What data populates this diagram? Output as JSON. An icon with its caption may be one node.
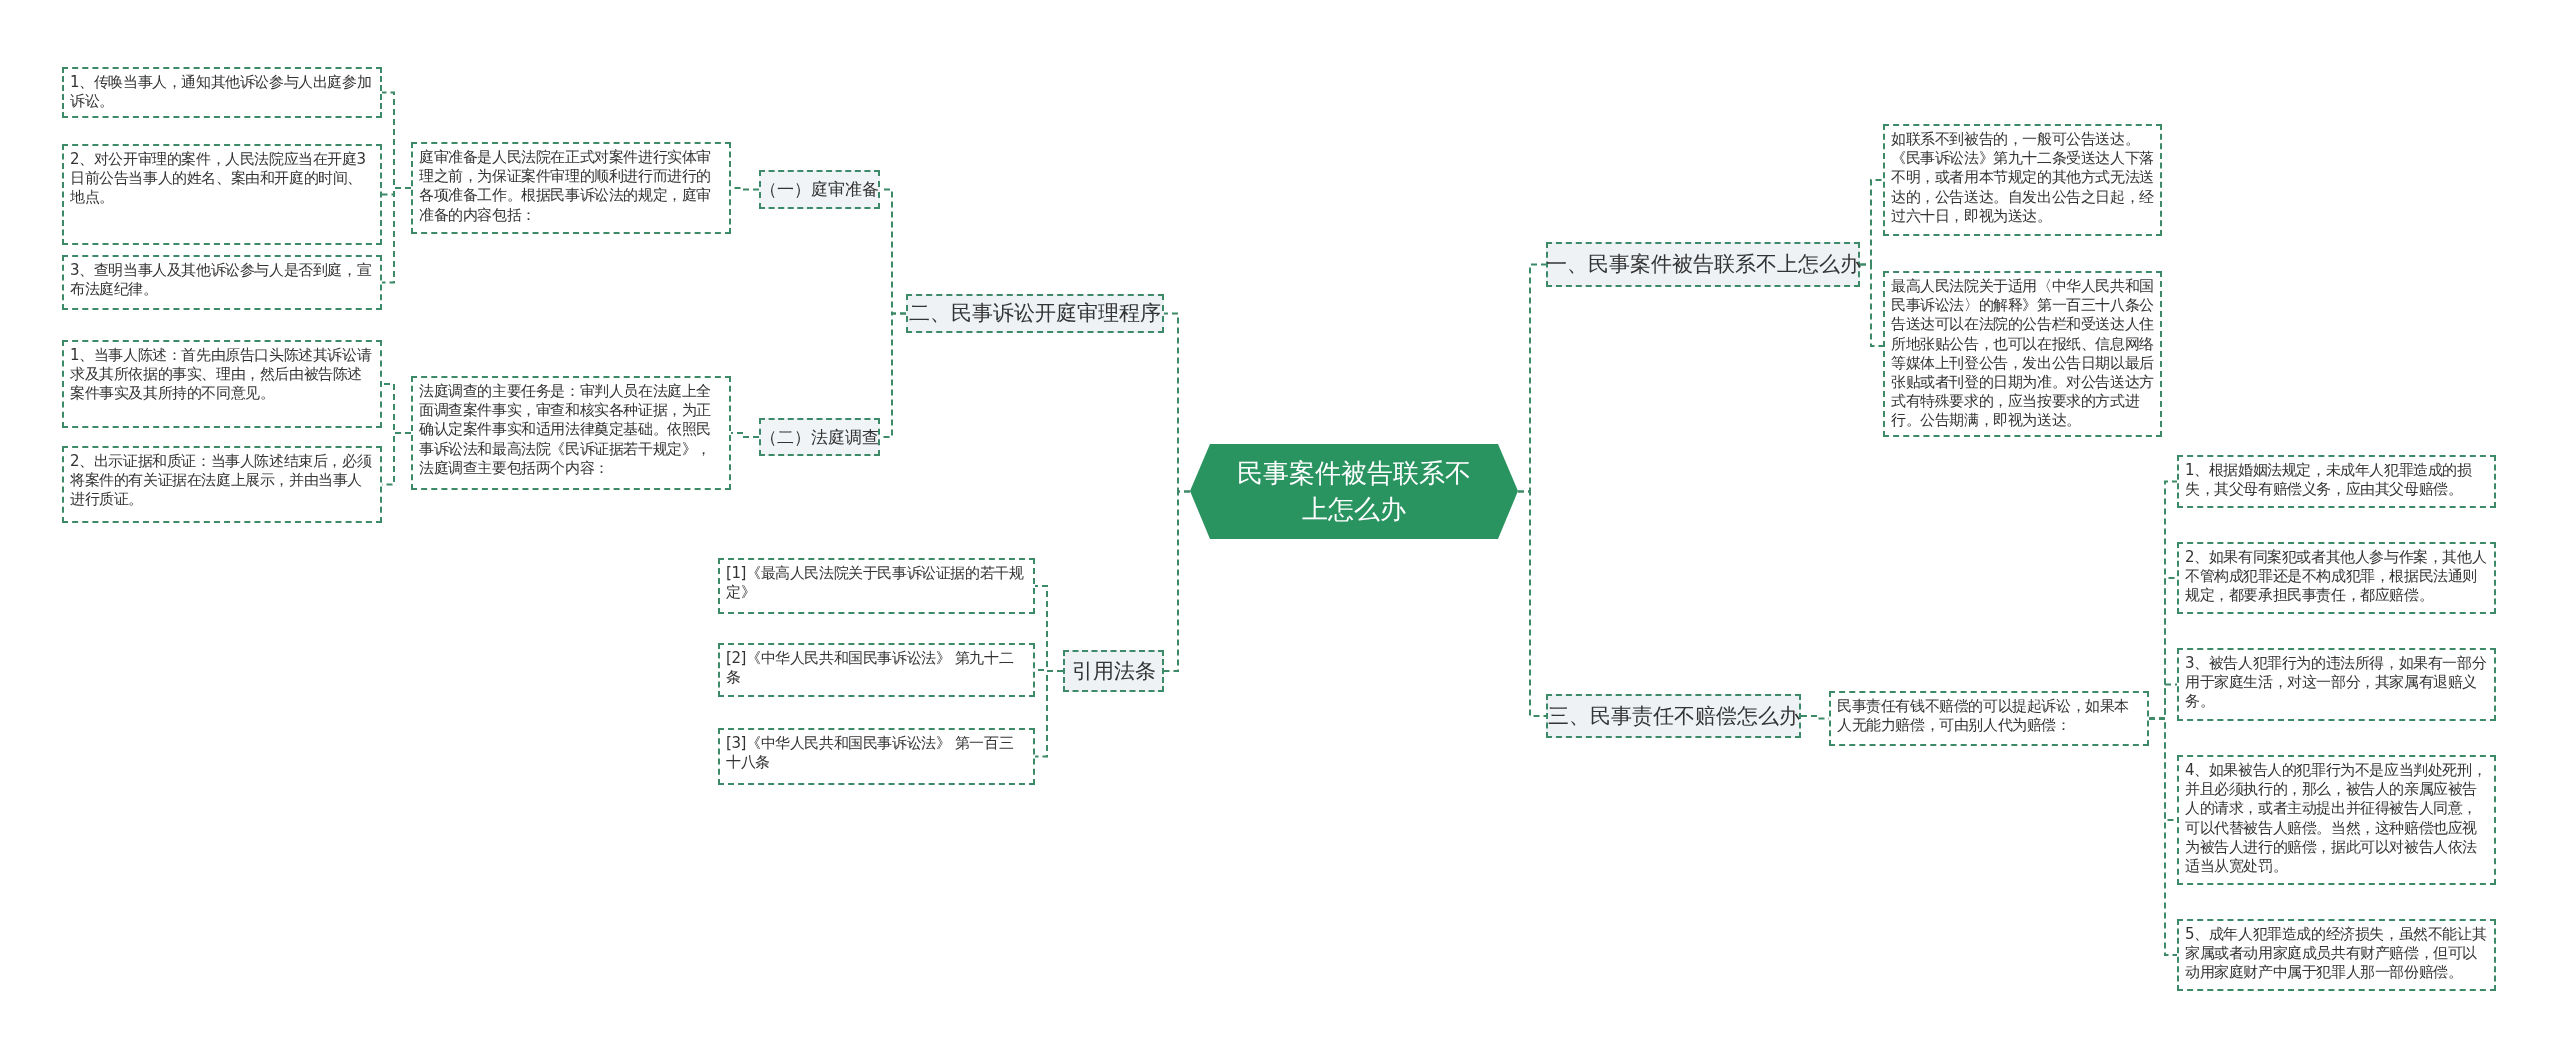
{
  "diagram": {
    "nodes": [
      {
        "text": [
          "民事案件被告联系不上怎么办"
        ]
      },
      {
        "text": [
          "二、民事诉讼开庭审理程序"
        ]
      },
      {
        "text": [
          "（一）庭审准备"
        ]
      },
      {
        "text": [
          "庭审准备是人民法院在正式对案件进行实体审理之前，为保证案件审理的顺利进行而进行的各项准备工作。根据民事诉讼法的规定，庭审准备的内容包括："
        ]
      },
      {
        "text": [
          "1、传唤当事人，通知其他诉讼参与人出庭参加诉讼。"
        ]
      },
      {
        "text": [
          "2、对公开审理的案件，人民法院应当在开庭3日前公告当事人的姓名、案由和开庭的时间、地点。"
        ]
      },
      {
        "text": [
          "3、查明当事人及其他诉讼参与人是否到庭，宣布法庭纪律。"
        ]
      },
      {
        "text": [
          "（二）法庭调查"
        ]
      },
      {
        "text": [
          "法庭调查的主要任务是：审判人员在法庭上全面调查案件事实，审查和核实各种证据，为正确认定案件事实和适用法律奠定基础。依照民事诉讼法和最高法院《民诉证据若干规定》，法庭调查主要包括两个内容："
        ]
      },
      {
        "text": [
          "1、当事人陈述：首先由原告口头陈述其诉讼请求及其所依据的事实、理由，然后由被告陈述案件事实及其所持的不同意见。"
        ]
      },
      {
        "text": [
          "2、出示证据和质证：当事人陈述结束后，必须将案件的有关证据在法庭上展示，并由当事人进行质证。"
        ]
      },
      {
        "text": [
          "引用法条"
        ]
      },
      {
        "text": [
          "[1]《最高人民法院关于民事诉讼证据的若干规定》"
        ]
      },
      {
        "text": [
          "[2]《中华人民共和国民事诉讼法》 第九十二条"
        ]
      },
      {
        "text": [
          "[3]《中华人民共和国民事诉讼法》 第一百三十八条"
        ]
      },
      {
        "text": [
          "一、民事案件被告联系不上怎么办"
        ]
      },
      {
        "text": [
          "如联系不到被告的，一般可公告送达。《民事诉讼法》第九十二条受送达人下落不明，或者用本节规定的其他方式无法送达的，公告送达。自发出公告之日起，经过六十日，即视为送达。"
        ]
      },
      {
        "text": [
          "最高人民法院关于适用〈中华人民共和国民事诉讼法〉的解释》第一百三十八条公告送达可以在法院的公告栏和受送达人住所地张贴公告，也可以在报纸、信息网络等媒体上刊登公告，发出公告日期以最后张贴或者刊登的日期为准。对公告送达方式有特殊要求的，应当按要求的方式进行。公告期满，即视为送达。"
        ]
      },
      {
        "text": [
          "三、民事责任不赔偿怎么办"
        ]
      },
      {
        "text": [
          "民事责任有钱不赔偿的可以提起诉讼，如果本人无能力赔偿，可由别人代为赔偿："
        ]
      },
      {
        "text": [
          "1、根据婚姻法规定，未成年人犯罪造成的损失，其父母有赔偿义务，应由其父母赔偿。"
        ]
      },
      {
        "text": [
          "2、如果有同案犯或者其他人参与作案，其他人不管构成犯罪还是不构成犯罪，根据民法通则规定，都要承担民事责任，都应赔偿。"
        ]
      },
      {
        "text": [
          "3、被告人犯罪行为的违法所得，如果有一部分用于家庭生活，对这一部分，其家属有退赔义务。"
        ]
      },
      {
        "text": [
          "4、如果被告人的犯罪行为不是应当判处死刑，并且必须执行的，那么，被告人的亲属应被告人的请求，或者主动提出并征得被告人同意，可以代替被告人赔偿。当然，这种赔偿也应视为被告人进行的赔偿，据此可以对被告人依法适当从宽处罚。"
        ]
      },
      {
        "text": [
          "5、成年人犯罪造成的经济损失，虽然不能让其家属或者动用家庭成员共有财产赔偿，但可以动用家庭财产中属于犯罪人那一部份赔偿。"
        ]
      }
    ],
    "edges": [
      {
        "from": 0,
        "to": 1,
        "arrow": "none"
      },
      {
        "from": 1,
        "to": 2,
        "arrow": "none"
      },
      {
        "from": 2,
        "to": 3,
        "arrow": "none"
      },
      {
        "from": 3,
        "to": 4,
        "arrow": "none"
      },
      {
        "from": 3,
        "to": 5,
        "arrow": "none"
      },
      {
        "from": 3,
        "to": 6,
        "arrow": "none"
      },
      {
        "from": 1,
        "to": 7,
        "arrow": "none"
      },
      {
        "from": 7,
        "to": 8,
        "arrow": "none"
      },
      {
        "from": 8,
        "to": 9,
        "arrow": "none"
      },
      {
        "from": 8,
        "to": 10,
        "arrow": "none"
      },
      {
        "from": 0,
        "to": 11,
        "arrow": "none"
      },
      {
        "from": 11,
        "to": 12,
        "arrow": "none"
      },
      {
        "from": 11,
        "to": 13,
        "arrow": "none"
      },
      {
        "from": 11,
        "to": 14,
        "arrow": "none"
      },
      {
        "from": 0,
        "to": 15,
        "arrow": "none"
      },
      {
        "from": 15,
        "to": 16,
        "arrow": "none"
      },
      {
        "from": 15,
        "to": 17,
        "arrow": "none"
      },
      {
        "from": 0,
        "to": 18,
        "arrow": "none"
      },
      {
        "from": 18,
        "to": 19,
        "arrow": "none"
      },
      {
        "from": 19,
        "to": 20,
        "arrow": "none"
      },
      {
        "from": 19,
        "to": 21,
        "arrow": "none"
      },
      {
        "from": 19,
        "to": 22,
        "arrow": "none"
      },
      {
        "from": 19,
        "to": 23,
        "arrow": "none"
      },
      {
        "from": 19,
        "to": 24,
        "arrow": "none"
      }
    ]
  }
}
